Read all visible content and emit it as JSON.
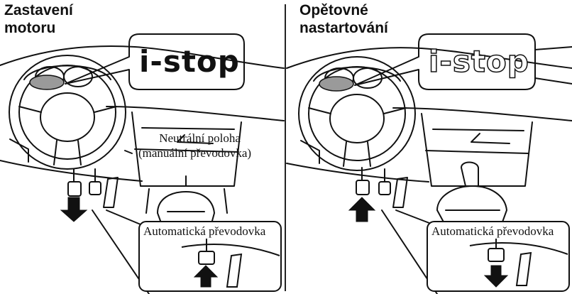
{
  "left": {
    "heading_line1": "Zastavení",
    "heading_line2": "motoru",
    "display_text": "i-stop",
    "neutral_label_line1": "Neutrální poloha",
    "neutral_label_line2": "(manuální převodovka)",
    "auto_box_label": "Automatická převodovka",
    "clutch_arrow": "down",
    "brake_arrow": "up"
  },
  "right": {
    "heading_line1": "Opětovné",
    "heading_line2": "nastartování",
    "display_text": "i-stop",
    "auto_box_label": "Automatická převodovka",
    "clutch_arrow": "up",
    "brake_arrow": "down"
  },
  "colors": {
    "line": "#111111",
    "gauge_fill": "#9a9a9a",
    "arrow_fill": "#111111"
  }
}
